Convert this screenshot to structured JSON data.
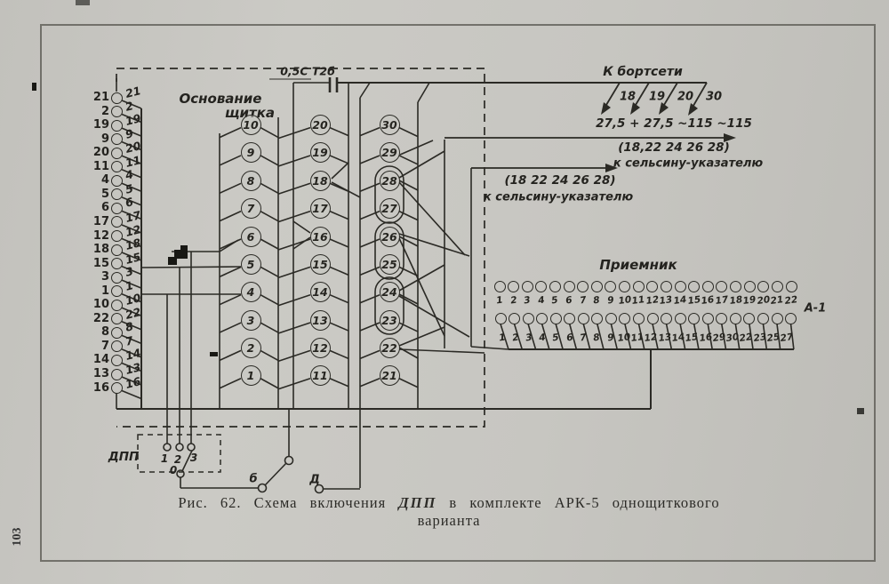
{
  "page": {
    "number": "103"
  },
  "caption": {
    "prefix": "Рис. 62. Схема включения",
    "dpp": "ДПП",
    "suffix": "в комплекте АРК-5 однощиткового",
    "line2": "варианта"
  },
  "labels": {
    "base_line1": "Основание",
    "base_line2": "щитка",
    "capacitor": "0,5С Т2б",
    "bort": "К бортсети",
    "voltages": "27,5 + 27,5 ~115 ~115",
    "selsyn1_pins": "(18,22 24 26 28)",
    "selsyn1_text": "к сельсину-указателю",
    "selsyn2_pins": "(18 22 24 26 28)",
    "selsyn2_text": "к сельсину-указателю",
    "receiver": "Приемник",
    "connector": "А-1",
    "dpp": "ДПП",
    "zero": "0",
    "switch_b": "б",
    "switch_d": "Д"
  },
  "bort_pins": [
    "18",
    "19",
    "20",
    "30"
  ],
  "dpp_pins": [
    "1",
    "2",
    "3"
  ],
  "left_terminals": [
    "21",
    "2",
    "19",
    "9",
    "20",
    "11",
    "4",
    "5",
    "6",
    "17",
    "12",
    "18",
    "15",
    "3",
    "1",
    "10",
    "22",
    "8",
    "7",
    "14",
    "13",
    "16"
  ],
  "column_a": [
    "10",
    "9",
    "8",
    "7",
    "6",
    "5",
    "4",
    "3",
    "2",
    "1"
  ],
  "column_b": [
    "20",
    "19",
    "18",
    "17",
    "16",
    "15",
    "14",
    "13",
    "12",
    "11"
  ],
  "column_c": [
    "30",
    "29",
    "28",
    "27",
    "26",
    "25",
    "24",
    "23",
    "22",
    "21"
  ],
  "receiver_row1": [
    "1",
    "2",
    "3",
    "4",
    "5",
    "6",
    "7",
    "8",
    "9",
    "10",
    "11",
    "12",
    "13",
    "14",
    "15",
    "16",
    "17",
    "18",
    "19",
    "20",
    "21",
    "22"
  ],
  "receiver_row2": [
    "1",
    "2",
    "3",
    "4",
    "5",
    "6",
    "7",
    "8",
    "9",
    "10",
    "11",
    "12",
    "13",
    "14",
    "15",
    "16",
    "29",
    "30",
    "22",
    "23",
    "25",
    "27"
  ]
}
